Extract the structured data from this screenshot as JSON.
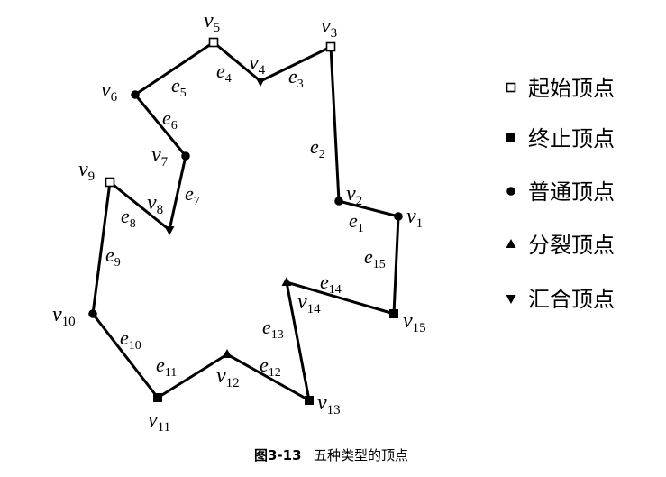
{
  "vertices": [
    {
      "id": "v1",
      "base": "v",
      "sub": "1",
      "type": "regular"
    },
    {
      "id": "v2",
      "base": "v",
      "sub": "2",
      "type": "regular"
    },
    {
      "id": "v3",
      "base": "v",
      "sub": "3",
      "type": "start"
    },
    {
      "id": "v4",
      "base": "v",
      "sub": "4",
      "type": "merge"
    },
    {
      "id": "v5",
      "base": "v",
      "sub": "5",
      "type": "start"
    },
    {
      "id": "v6",
      "base": "v",
      "sub": "6",
      "type": "regular"
    },
    {
      "id": "v7",
      "base": "v",
      "sub": "7",
      "type": "regular"
    },
    {
      "id": "v8",
      "base": "v",
      "sub": "8",
      "type": "merge"
    },
    {
      "id": "v9",
      "base": "v",
      "sub": "9",
      "type": "start"
    },
    {
      "id": "v10",
      "base": "v",
      "sub": "10",
      "type": "regular"
    },
    {
      "id": "v11",
      "base": "v",
      "sub": "11",
      "type": "end"
    },
    {
      "id": "v12",
      "base": "v",
      "sub": "12",
      "type": "split"
    },
    {
      "id": "v13",
      "base": "v",
      "sub": "13",
      "type": "end"
    },
    {
      "id": "v14",
      "base": "v",
      "sub": "14",
      "type": "split"
    },
    {
      "id": "v15",
      "base": "v",
      "sub": "15",
      "type": "end"
    }
  ],
  "edges": [
    {
      "id": "e1",
      "base": "e",
      "sub": "1",
      "from": "v1",
      "to": "v2"
    },
    {
      "id": "e2",
      "base": "e",
      "sub": "2",
      "from": "v2",
      "to": "v3"
    },
    {
      "id": "e3",
      "base": "e",
      "sub": "3",
      "from": "v3",
      "to": "v4"
    },
    {
      "id": "e4",
      "base": "e",
      "sub": "4",
      "from": "v4",
      "to": "v5"
    },
    {
      "id": "e5",
      "base": "e",
      "sub": "5",
      "from": "v5",
      "to": "v6"
    },
    {
      "id": "e6",
      "base": "e",
      "sub": "6",
      "from": "v6",
      "to": "v7"
    },
    {
      "id": "e7",
      "base": "e",
      "sub": "7",
      "from": "v7",
      "to": "v8"
    },
    {
      "id": "e8",
      "base": "e",
      "sub": "8",
      "from": "v8",
      "to": "v9"
    },
    {
      "id": "e9",
      "base": "e",
      "sub": "9",
      "from": "v9",
      "to": "v10"
    },
    {
      "id": "e10",
      "base": "e",
      "sub": "10",
      "from": "v10",
      "to": "v11"
    },
    {
      "id": "e11",
      "base": "e",
      "sub": "11",
      "from": "v11",
      "to": "v12"
    },
    {
      "id": "e12",
      "base": "e",
      "sub": "12",
      "from": "v12",
      "to": "v13"
    },
    {
      "id": "e13",
      "base": "e",
      "sub": "13",
      "from": "v13",
      "to": "v14"
    },
    {
      "id": "e14",
      "base": "e",
      "sub": "14",
      "from": "v14",
      "to": "v15"
    },
    {
      "id": "e15",
      "base": "e",
      "sub": "15",
      "from": "v15",
      "to": "v1"
    }
  ],
  "legend": [
    {
      "type": "start",
      "icon": "hollow-square-icon",
      "label": "起始顶点"
    },
    {
      "type": "end",
      "icon": "filled-square-icon",
      "label": "终止顶点"
    },
    {
      "type": "regular",
      "icon": "filled-circle-icon",
      "label": "普通顶点"
    },
    {
      "type": "split",
      "icon": "up-triangle-icon",
      "label": "分裂顶点"
    },
    {
      "type": "merge",
      "icon": "down-triangle-icon",
      "label": "汇合顶点"
    }
  ],
  "caption": {
    "figure_number": "图3-13",
    "title": "五种类型的顶点"
  }
}
